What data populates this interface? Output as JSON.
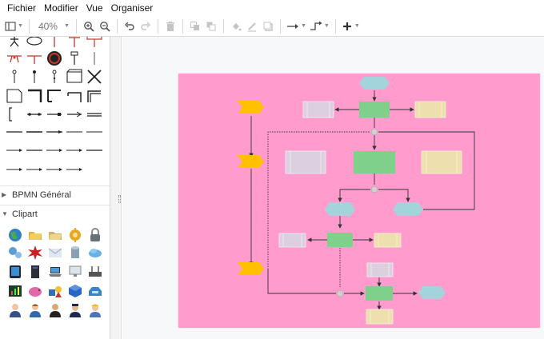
{
  "menu": {
    "items": [
      "Fichier",
      "Modifier",
      "Vue",
      "Organiser"
    ]
  },
  "toolbar": {
    "zoom_level": "40%",
    "icons": [
      "format-panel-icon",
      "zoom-in-icon",
      "zoom-out-icon",
      "undo-icon",
      "redo-icon",
      "delete-icon",
      "to-front-icon",
      "to-back-icon",
      "fill-color-icon",
      "line-color-icon",
      "shadow-icon",
      "connection-icon",
      "waypoints-icon",
      "insert-icon"
    ]
  },
  "sidebar": {
    "sections": [
      {
        "label": "BPMN Général",
        "expanded": false
      },
      {
        "label": "Clipart",
        "expanded": true
      }
    ]
  },
  "colors": {
    "page_background": "#ff9ccd",
    "node_green": "#7ed08a",
    "node_pale_purple": "#dcd0e0",
    "node_beige": "#eedfae",
    "node_terminator": "#a3d4dc",
    "node_chevron": "#ffc000",
    "junction": "#cfcfcf"
  }
}
